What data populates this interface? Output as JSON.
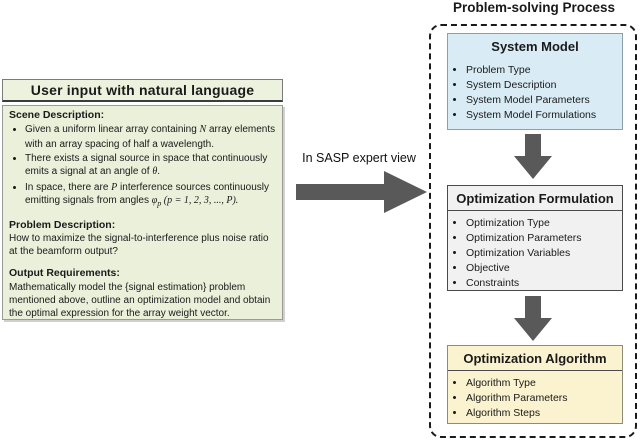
{
  "left_panel": {
    "title": "User input with natural language",
    "scene": {
      "heading": "Scene Description:",
      "bullets": [
        {
          "a": "Given a uniform linear array containing ",
          "m1": "N",
          "b": " array elements with an array spacing of half a wavelength.",
          "m2": "",
          "sub": "",
          "c": ""
        },
        {
          "a": "There exists a signal source in space that continuously emits a signal at an angle of ",
          "m1": "θ",
          "b": ".",
          "m2": "",
          "sub": "",
          "c": ""
        },
        {
          "a": "In space, there are ",
          "m1": "P",
          "b": " interference sources continuously emitting signals from angles ",
          "m2": "φ",
          "sub": "p",
          "c": " (p = 1, 2, 3, ..., P)."
        }
      ]
    },
    "problem": {
      "heading": "Problem Description:",
      "text": "How to maximize the signal-to-interference plus noise ratio at the beamform output?"
    },
    "output": {
      "heading": "Output Requirements:",
      "text": "Mathematically model the {signal estimation} problem mentioned above, outline an optimization model and obtain the optimal expression for the array weight vector."
    }
  },
  "transition": {
    "label": "In SASP expert view"
  },
  "process": {
    "title": "Problem-solving Process",
    "boxes": [
      {
        "title": "System Model",
        "items": [
          "Problem Type",
          "System Description",
          "System Model Parameters",
          "System Model Formulations"
        ]
      },
      {
        "title": "Optimization Formulation",
        "items": [
          "Optimization Type",
          "Optimization Parameters",
          "Optimization Variables",
          "Objective",
          "Constraints"
        ]
      },
      {
        "title": "Optimization Algorithm",
        "items": [
          "Algorithm Type",
          "Algorithm Parameters",
          "Algorithm Steps"
        ]
      }
    ]
  },
  "colors": {
    "panel_green": "#eaf0da",
    "system_model_blue": "#d9ebf4",
    "formulation_gray": "#f1f1f1",
    "algorithm_yellow": "#fbf2cf",
    "arrow_gray": "#595959"
  }
}
